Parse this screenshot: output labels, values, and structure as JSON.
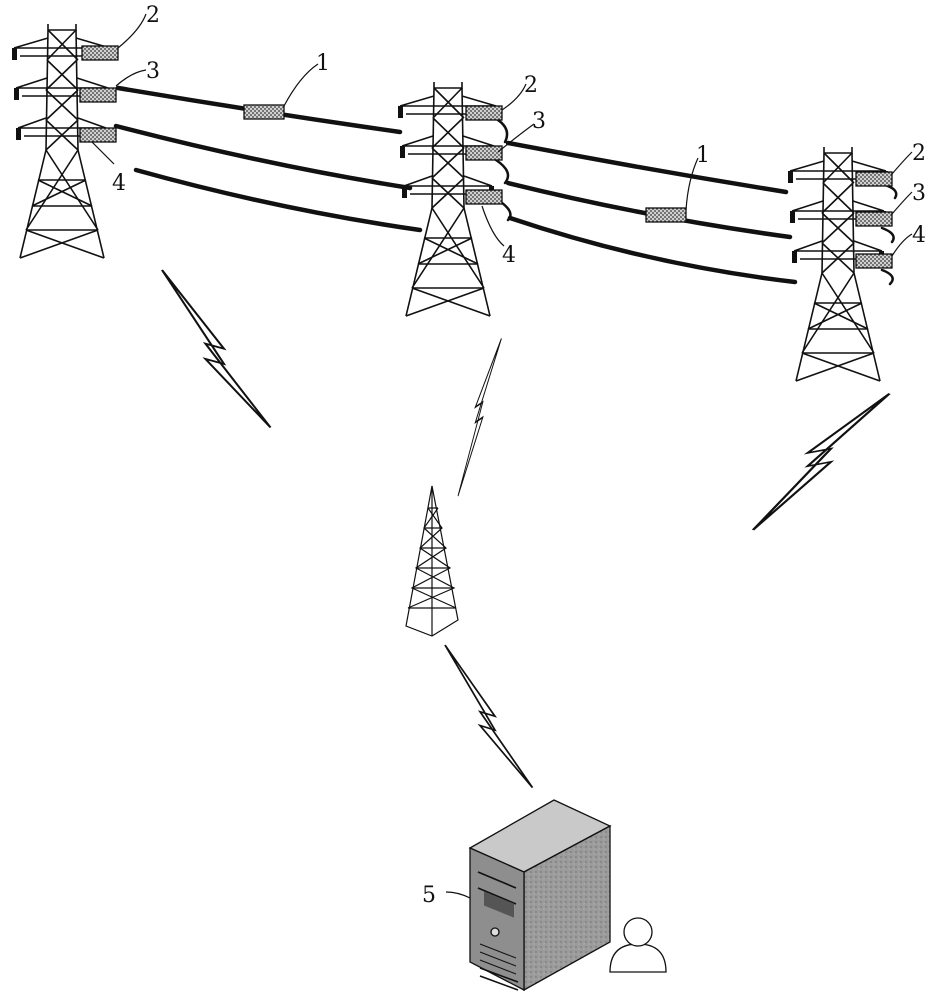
{
  "diagram": {
    "labels": {
      "monitoring_device": "1",
      "sensor_upper": "2",
      "sensor_middle": "3",
      "sensor_lower": "4",
      "server": "5"
    },
    "icons": [
      "transmission-tower-icon",
      "wireless-signal-icon",
      "communication-base-station-icon",
      "server-icon",
      "user-icon"
    ],
    "colors": {
      "line": "#111111",
      "device_fill": "#c8c8c8",
      "server_fill": "#9a9a9a"
    }
  }
}
